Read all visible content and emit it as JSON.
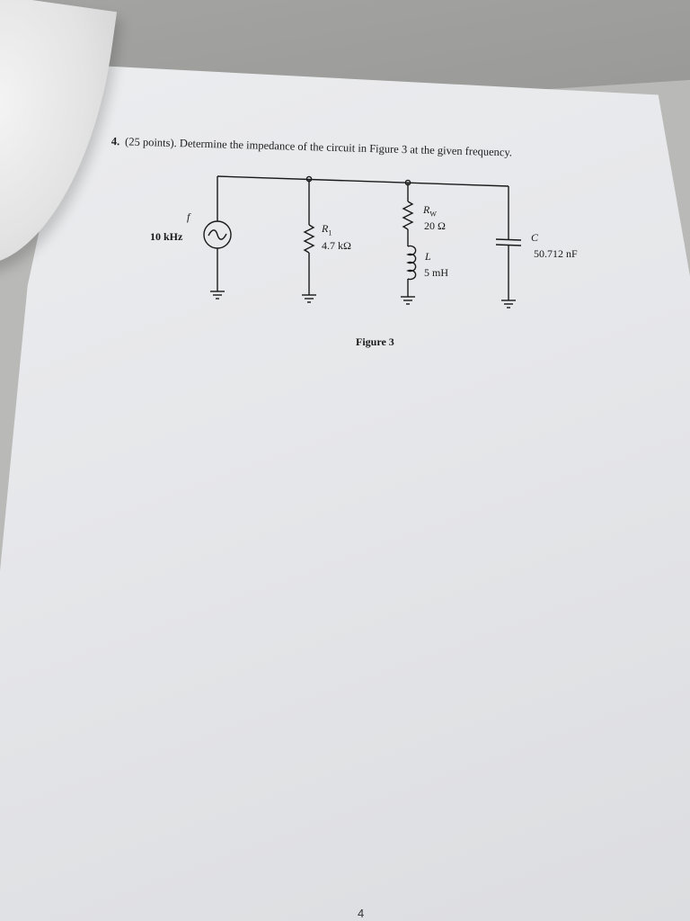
{
  "question": {
    "number": "4.",
    "text": "(25 points). Determine the impedance of the circuit in Figure 3 at the given frequency."
  },
  "circuit": {
    "source": {
      "symbol": "f",
      "value": "10 kHz"
    },
    "r1": {
      "symbol": "R",
      "subscript": "1",
      "value": "4.7 kΩ"
    },
    "rw": {
      "symbol": "R",
      "subscript": "W",
      "value": "20 Ω"
    },
    "inductor": {
      "symbol": "L",
      "value": "5 mH"
    },
    "capacitor": {
      "symbol": "C",
      "value": "50.712 nF"
    }
  },
  "figure_caption": "Figure 3",
  "page_number": "4"
}
